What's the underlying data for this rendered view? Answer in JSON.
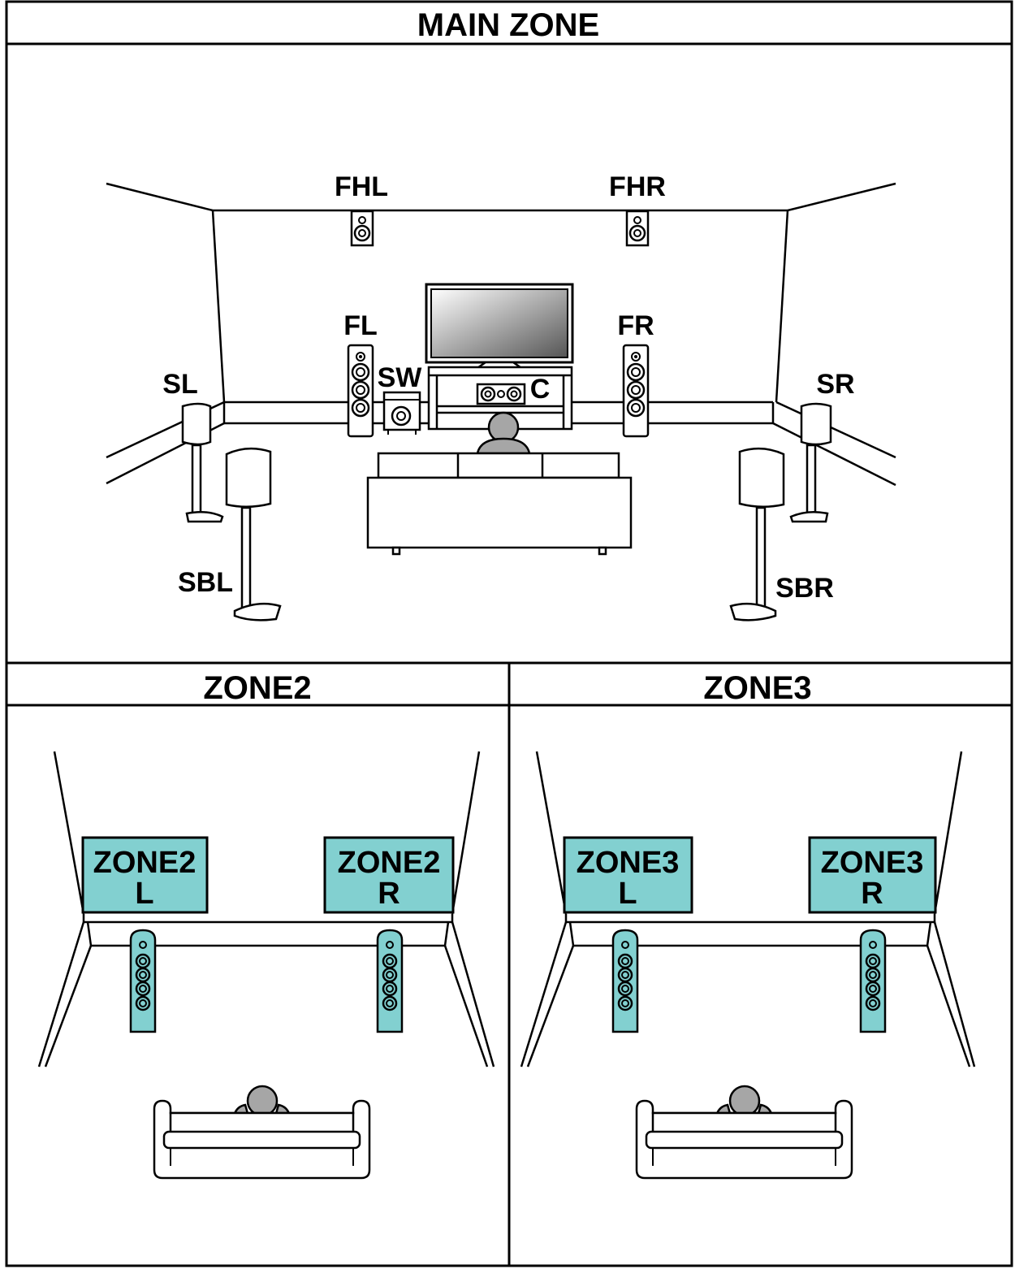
{
  "headers": {
    "main": "MAIN ZONE",
    "zone2": "ZONE2",
    "zone3": "ZONE3"
  },
  "speakers": {
    "fhl": "FHL",
    "fhr": "FHR",
    "fl": "FL",
    "fr": "FR",
    "sw": "SW",
    "c": "C",
    "sl": "SL",
    "sr": "SR",
    "sbl": "SBL",
    "sbr": "SBR"
  },
  "zone2": {
    "left_title": "ZONE2",
    "left_ch": "L",
    "right_title": "ZONE2",
    "right_ch": "R"
  },
  "zone3": {
    "left_title": "ZONE3",
    "left_ch": "L",
    "right_title": "ZONE3",
    "right_ch": "R"
  },
  "colors": {
    "zone_box": "#82d0d0",
    "zone_speaker": "#82d0d0",
    "person": "#a6a6a6",
    "line": "#000000"
  }
}
